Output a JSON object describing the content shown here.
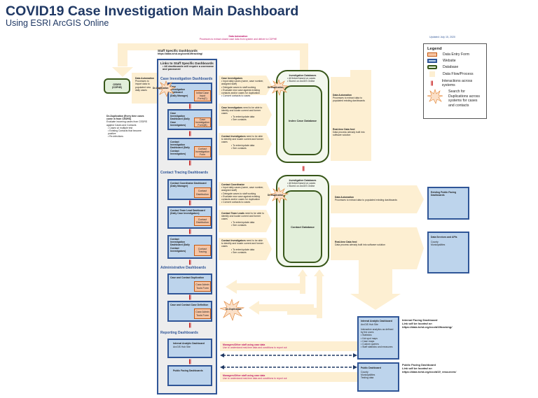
{
  "header": {
    "title": "COVID19 Case Investigation Main Dashboard",
    "subtitle": "Using ESRI ArcGIS Online",
    "updated": "Updated: July 15, 2020"
  },
  "top_flow": {
    "title": "Data Automation",
    "desc": "Processes to extract closed case data from system and deliver to CDPHE"
  },
  "cedrs": {
    "label1": "CEDRS",
    "label2": "(CDPHE)",
    "automation_title": "Data Automation",
    "automation_desc": "Processes to import data to populated new daily cases"
  },
  "dedup_note": {
    "title": "De-Duplication (Every time cases come in from CEDRS)",
    "desc": "Evaluate incoming cases from CEDRS against Cases and Contacts",
    "bullets": [
      "Cases w/ multiple test",
      "Existing Contacts that become positive",
      "Re-infections"
    ]
  },
  "staff": {
    "title": "Staff Specific Dashboards",
    "url": "https://data.tchd.org/covid19tracking/",
    "panel_title": "Links to Staff Specific Dashboards",
    "panel_bullet": "All dashboards will require a username and password"
  },
  "sections": {
    "case_investigation": {
      "title": "Case Investigation Dashboards",
      "items": [
        {
          "name": "Case Investigation Dashboard (Daily Manager)",
          "form": "Initial Case Input Form(C)"
        },
        {
          "name": "Case Investigation Dashboard (Daily Case Investigators)",
          "form": "Case Investigation Form(B)"
        },
        {
          "name": "Contact Investigation Dashboard (Daily Contact Investigators)",
          "form": "Contact Investigation Form"
        }
      ]
    },
    "contact_tracing": {
      "title": "Contact Tracing Dashboards",
      "items": [
        {
          "name": "Contact Coordinator Dashboard (Daily Manager)",
          "form": "Contact Distribution"
        },
        {
          "name": "Contact Team Lead Dashboard (Daily Case Investigators)",
          "form": "Contact Distribution"
        },
        {
          "name": "Contact Investigation Dashboard (Daily Contact Investigators)",
          "form": "Contact Tracing"
        }
      ]
    },
    "administrative": {
      "title": "Administrative Dashboards",
      "items": [
        {
          "name": "Case and Contact Duplication",
          "form": "Case Admin Tools Form"
        },
        {
          "name": "Case and Contact Case Definition",
          "form": "Case Admin Tools Form"
        }
      ]
    },
    "reporting": {
      "title": "Reporting Dashboards",
      "items": [
        {
          "name": "Internal Analytic Dashboard",
          "sub": "ArcGIS Hub Site"
        },
        {
          "name": "Public Facing Dashboards",
          "sub": ""
        }
      ]
    }
  },
  "case_flows": [
    {
      "role": "Case Investigators",
      "bullets": [
        "Input daily cases (name, case number, assigned staff)",
        "Delegate cases to staff working",
        "Evaluate new case against existing contacts and/or cases for duplication",
        "Convert contacts to cases"
      ]
    },
    {
      "role": "Case Investigators",
      "text": "need to be able to identify and locate current and former cases",
      "bullets": [
        "To enter/update data",
        "See contacts"
      ]
    },
    {
      "role": "Contact Investigators",
      "text": "need to be able to identify and locate current and former cases",
      "bullets": [
        "To enter/update data",
        "See contacts"
      ]
    }
  ],
  "contact_flows": [
    {
      "role": "Contact Coordinator",
      "bullets": [
        "Input daily cases (name, case number, assigned staff)",
        "Delegate cases to staff working",
        "Evaluate new case against existing contacts and/or cases for duplication",
        "Convert contacts to cases"
      ]
    },
    {
      "role": "Contact Team Leads",
      "text": "need to be able to identify and locate current and former cases",
      "bullets": [
        "To enter/update data",
        "See contacts"
      ]
    },
    {
      "role": "Contact Investigators",
      "text": "need to be able to identify and locate current and former cases",
      "bullets": [
        "To enter/update data",
        "See contacts"
      ]
    }
  ],
  "databases": [
    {
      "title": "Investigation Databases",
      "bullets": [
        "All linked based on cases",
        "Stored on ArcGIS Online"
      ],
      "inner": "Index Case Database"
    },
    {
      "title": "Investigation Databases",
      "bullets": [
        "All linked based on cases",
        "Stored on ArcGIS Online"
      ],
      "inner": "Contact Database"
    }
  ],
  "right_flows_top": [
    {
      "title": "Data Automation",
      "desc": "Processes to extract data to populated existing dashboards"
    },
    {
      "title": "Real-time Data feed",
      "desc": "Data process already built into software solution"
    }
  ],
  "right_flows_bottom": [
    {
      "title": "Data Automation",
      "desc": "Processes to extract data to populated existing dashboards"
    },
    {
      "title": "Real-time Data feed",
      "desc": "Data process already built into software solution"
    }
  ],
  "outputs": {
    "existing_public": "Existing Public Facing Dashboards",
    "data_services": {
      "title": "Data Services and APIs",
      "items": [
        "County",
        "Municipalities"
      ]
    },
    "internal_analytic": {
      "title": "Internal Analytic Dashboard",
      "sub": "ArcGIS Hub Site",
      "desc": "Interactive analytics as defined by the users",
      "bullets": [
        "Statistics",
        "Hot spot maps",
        "Case maps",
        "Custom queries",
        "Staff statistics and measures"
      ]
    },
    "public_dashboard": {
      "title": "Public Dashboard",
      "items": [
        "County",
        "Municipalities",
        "Testing data"
      ]
    }
  },
  "facing_notes": [
    {
      "title": "Internal Facing Dashboard",
      "line": "Link will be located on",
      "url": "https://data.tchd.org/covid19tracking/"
    },
    {
      "title": "Public Facing Dashboard",
      "line": "Link will be located on",
      "url": "https://data.tchd.org/covid19_resources/"
    }
  ],
  "managers_notes": [
    {
      "title": "Managers/Other staff using case data",
      "desc": "Use to understand real-time data and conditions to report out"
    },
    {
      "title": "Managers/Other staff using case data",
      "desc": "Use to understand real-time data and conditions to report out"
    }
  ],
  "dedup_label": "De-Duplication",
  "legend": {
    "title": "Legend",
    "items": [
      {
        "label": "Data Entry Form",
        "icon": "data-entry-form-swatch"
      },
      {
        "label": "Website",
        "icon": "website-swatch"
      },
      {
        "label": "Database",
        "icon": "database-swatch"
      },
      {
        "label": "Data Flow/Process",
        "icon": "data-flow-swatch"
      },
      {
        "label": "Interactions across systems",
        "icon": "interaction-pipe"
      },
      {
        "label": "Search for Duplications across systems for cases and contacts",
        "icon": "starburst"
      }
    ]
  },
  "colors": {
    "title": "#1f3864",
    "flow": "#fdefd2",
    "website_fill": "#bdd4ec",
    "website_border": "#2f5597",
    "form_fill": "#f6c4a3",
    "db_border": "#38571a",
    "pipe": "#c00000",
    "magenta": "#c0186c"
  }
}
